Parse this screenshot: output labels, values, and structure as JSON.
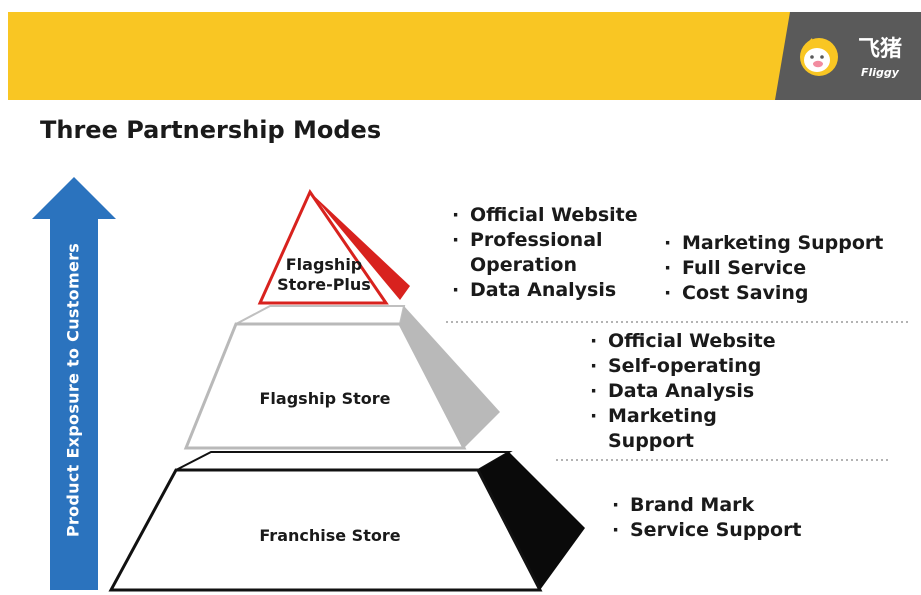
{
  "header": {
    "accent_color": "#F9C623",
    "logo_panel_color": "#5A5A5A",
    "logo": {
      "icon": "pig-face-icon",
      "text_cn": "飞猪",
      "text_en": "Fliggy"
    }
  },
  "title": "Three Partnership Modes",
  "axis": {
    "label": "Product Exposure to Customers",
    "color": "#2B73BE"
  },
  "tiers": [
    {
      "id": "top",
      "label_line1": "Flagship",
      "label_line2": "Store-Plus",
      "outline_color": "#D8221E",
      "bullets_left": [
        "Official Website",
        "Professional",
        "Operation",
        "Data Analysis"
      ],
      "bullets_right": [
        "Marketing Support",
        "Full Service",
        "Cost Saving"
      ]
    },
    {
      "id": "middle",
      "label": "Flagship Store",
      "outline_color": "#B9B9B9",
      "bullets": [
        "Official Website",
        "Self-operating",
        "Data Analysis",
        "Marketing",
        "Support"
      ]
    },
    {
      "id": "bottom",
      "label": "Franchise Store",
      "outline_color": "#111111",
      "bullets": [
        "Brand Mark",
        "Service Support"
      ]
    }
  ]
}
